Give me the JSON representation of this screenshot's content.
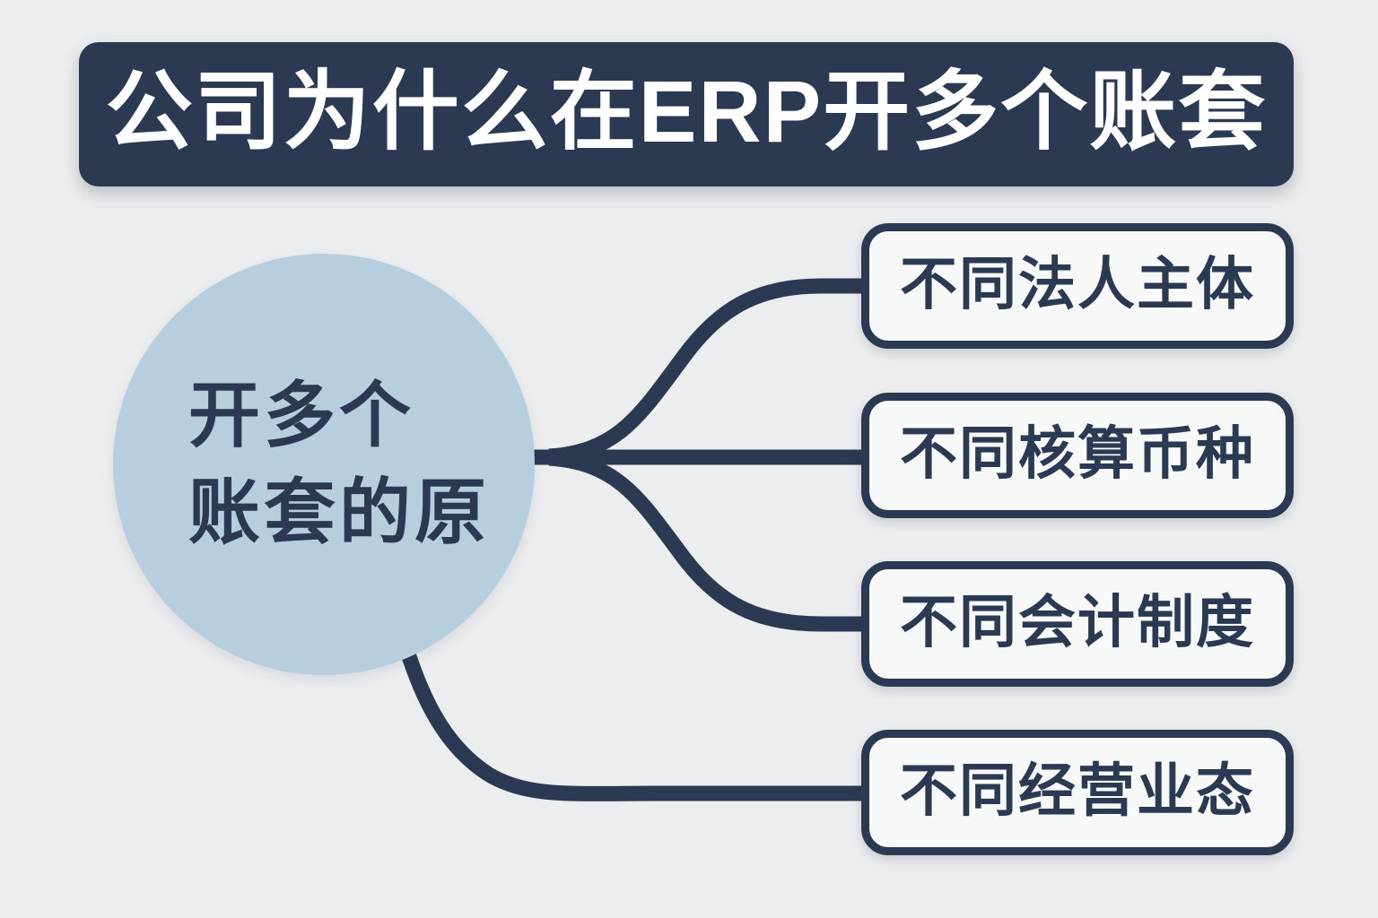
{
  "title": {
    "text": "公司为什么在ERP开多个账套"
  },
  "center_node": {
    "line1": "开多个",
    "line2": "账套的原"
  },
  "branches": [
    {
      "label": "不同法人主体"
    },
    {
      "label": "不同核算币种"
    },
    {
      "label": "不同会计制度"
    },
    {
      "label": "不同经营业态"
    }
  ],
  "colors": {
    "background": "#ECEDEF",
    "navy": "#2B3A52",
    "title_text": "#FFFFFF",
    "circle_fill": "#B7CEDF",
    "box_fill": "#F7F8F8",
    "connector": "#2B3A52"
  }
}
